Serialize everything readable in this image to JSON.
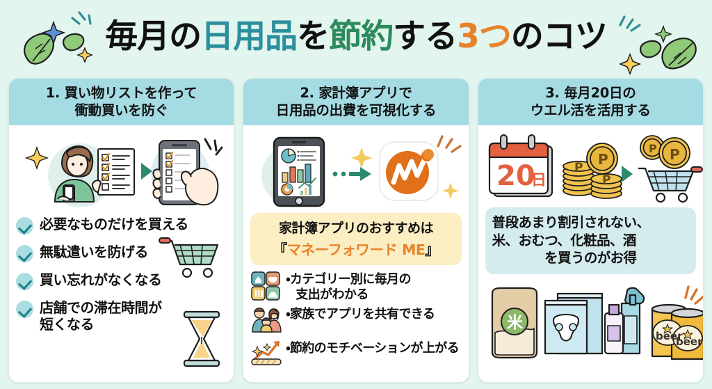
{
  "title": {
    "segments": [
      {
        "text": "毎月の",
        "color_name": "black",
        "color": "#111111"
      },
      {
        "text": "日用品",
        "color_name": "teal",
        "color": "#2b8f9e"
      },
      {
        "text": "を",
        "color_name": "black",
        "color": "#111111"
      },
      {
        "text": "節約",
        "color_name": "green",
        "color": "#2c8a5e"
      },
      {
        "text": "する",
        "color_name": "black",
        "color": "#111111"
      },
      {
        "text": "3つ",
        "color_name": "orange",
        "color": "#e8822a"
      },
      {
        "text": "のコツ",
        "color_name": "black",
        "color": "#111111"
      }
    ],
    "full_text": "毎月の日用品を節約する3つのコツ"
  },
  "theme": {
    "background": "#e2f5ee",
    "card_background": "#ffffff",
    "card_header": "#a5dbe3",
    "highlight_yellow": "#faeec2",
    "note_blue": "#d5ecef",
    "accent_orange": "#e8822a",
    "accent_teal": "#2b8f9e",
    "accent_green": "#2c8a5e"
  },
  "cards": [
    {
      "id": "card-1",
      "header_lines": [
        "1. 買い物リストを作って",
        "衝動買いを防ぐ"
      ],
      "illustration": {
        "name": "woman-with-shopping-list-and-phone",
        "items": [
          "woman-icon",
          "checklist-paper-icon",
          "arrow-icon",
          "smartphone-with-hand-icon",
          "sparkle-icon"
        ]
      },
      "checklist": [
        "必要なものだけを買える",
        "無駄遣いを防げる",
        "買い忘れがなくなる",
        "店舗での滞在時間が\n短くなる"
      ],
      "checklist_flat": [
        {
          "line1": "必要なものだけを買える",
          "line2": ""
        },
        {
          "line1": "無駄遣いを防げる",
          "line2": ""
        },
        {
          "line1": "買い忘れがなくなる",
          "line2": ""
        },
        {
          "line1": "店舗での滞在時間が",
          "line2": "短くなる"
        }
      ],
      "decor_icons": [
        "shopping-cart-icon",
        "hourglass-icon"
      ]
    },
    {
      "id": "card-2",
      "header_lines": [
        "2. 家計簿アプリで",
        "日用品の出費を可視化する"
      ],
      "illustration": {
        "name": "phone-charts-to-money-forward-app",
        "items": [
          "smartphone-charts-icon",
          "dotted-arrow-icon",
          "money-forward-app-icon",
          "sparkle-icon"
        ]
      },
      "highlight": {
        "line1": "家計簿アプリのおすすめは",
        "bracket_open": "『",
        "app_name": "マネーフォワード ME",
        "bracket_close": "』"
      },
      "bullets": [
        {
          "icon": "category-grid-icon",
          "line1": "・カテゴリー別に毎月の",
          "line2": "支出がわかる"
        },
        {
          "icon": "family-icon",
          "line1": "・家族でアプリを共有できる",
          "line2": ""
        },
        {
          "icon": "rising-arrow-icon",
          "line1": "・節約のモチベーションが上がる",
          "line2": ""
        }
      ]
    },
    {
      "id": "card-3",
      "header_lines": [
        "3. 毎月20日の",
        "ウエル活を活用する"
      ],
      "illustration": {
        "name": "calendar-20th-points-to-cart",
        "items": [
          "calendar-icon",
          "point-coins-icon",
          "arrow-icon",
          "shopping-cart-icon"
        ],
        "calendar_day": "20",
        "calendar_unit": "日",
        "coin_label": "P"
      },
      "note_lines": [
        "普段あまり割引されない、",
        "米、おむつ、化粧品、酒",
        "を買うのがお得"
      ],
      "goods": {
        "name": "daily-goods-row",
        "items": [
          "rice-bag-icon",
          "diaper-pack-icon",
          "cosmetics-bottle-icon",
          "beer-can-icon"
        ],
        "rice_label": "米",
        "beer_label": "beer"
      }
    }
  ]
}
